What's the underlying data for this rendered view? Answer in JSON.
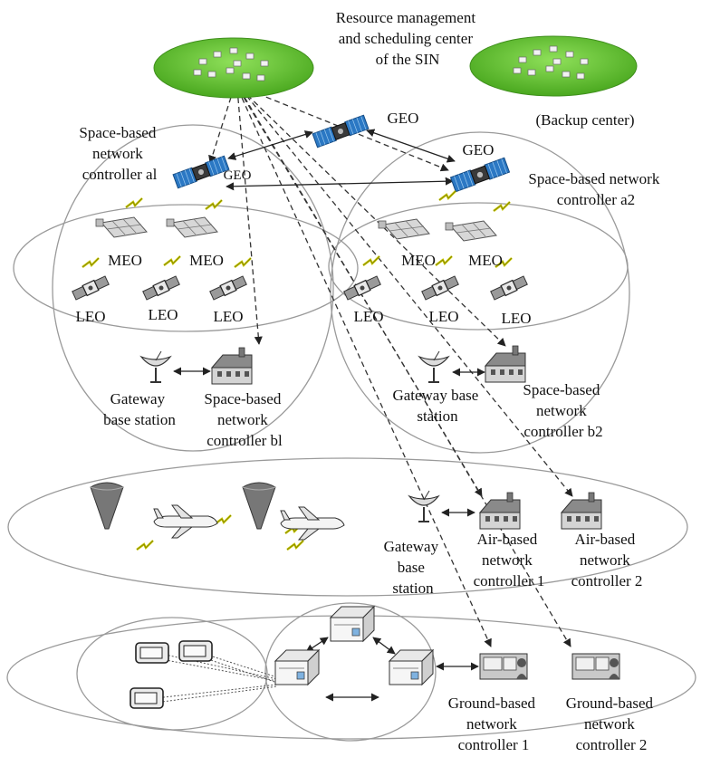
{
  "labels": {
    "center": [
      "Resource management",
      "and scheduling center",
      "of the SIN"
    ],
    "backup_center": "(Backup center)",
    "geo_top": "GEO",
    "geo_a1": "GEO",
    "geo_a2": "GEO",
    "space_a1": [
      "Space-based",
      "network",
      "controller al"
    ],
    "space_a2": [
      "Space-based network",
      "controller a2"
    ],
    "meo": "MEO",
    "leo": "LEO",
    "gateway_b1": [
      "Gateway",
      "base station"
    ],
    "space_b1": [
      "Space-based",
      "network",
      "controller bl"
    ],
    "gateway_b2": [
      "Gateway base",
      "station"
    ],
    "space_b2": [
      "Space-based",
      "network",
      "controller b2"
    ],
    "gateway_air": [
      "Gateway",
      "base",
      "station"
    ],
    "air_1": [
      "Air-based",
      "network",
      "controller 1"
    ],
    "air_2": [
      "Air-based",
      "network",
      "controller 2"
    ],
    "ground_1": [
      "Ground-based",
      "network",
      "controller 1"
    ],
    "ground_2": [
      "Ground-based",
      "network",
      "controller 2"
    ]
  },
  "icons": {
    "center": "data-center-platform-icon",
    "backup": "data-center-platform-icon",
    "geo_satellite": "satellite-icon",
    "meo_satellite": "solar-panel-satellite-icon",
    "leo_satellite": "small-satellite-icon",
    "dish": "satellite-dish-icon",
    "building": "controller-building-icon",
    "aircraft": "airplane-icon",
    "relay": "aerostat-icon",
    "server": "server-icon",
    "operator": "operator-station-icon",
    "terminal": "terminal-icon",
    "link": "wireless-link-icon"
  },
  "colors": {
    "platform_green": "#5fbf2e",
    "satellite_blue": "#2b78c4",
    "link_yellow": "#c8c800",
    "line": "#444444"
  }
}
